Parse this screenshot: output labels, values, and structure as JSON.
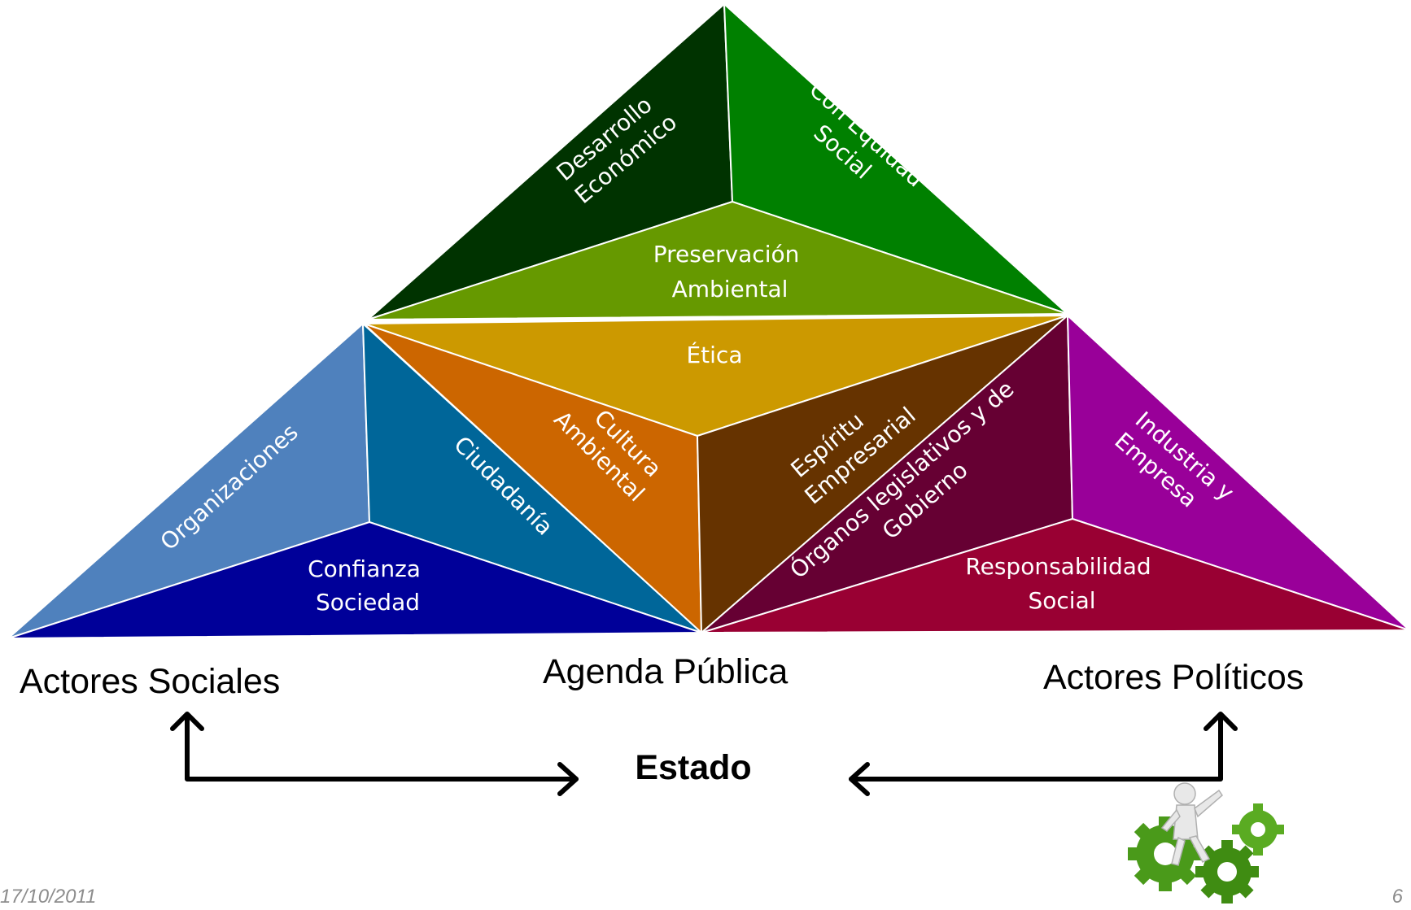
{
  "diagram": {
    "top": {
      "desarrollo": {
        "line1": "Desarrollo",
        "line2": "Económico",
        "color": "#003300"
      },
      "equidad": {
        "line1": "Con Equidad",
        "line2": "Social",
        "color": "#008000"
      },
      "preservacion": {
        "line1": "Preservación",
        "line2": "Ambiental",
        "color": "#669900"
      }
    },
    "center": {
      "etica": {
        "text": "Ética",
        "color": "#cc9900"
      },
      "cultura": {
        "line1": "Cultura",
        "line2": "Ambiental",
        "color": "#cc6600"
      },
      "espiritu": {
        "line1": "Espíritu",
        "line2": "Empresarial",
        "color": "#663300"
      }
    },
    "left": {
      "organizaciones": {
        "text": "Organizaciones",
        "color": "#4f81bd"
      },
      "ciudadania": {
        "text": "Ciudadanía",
        "color": "#006699"
      },
      "confianza": {
        "line1": "Confianza",
        "line2": "Sociedad",
        "color": "#000099"
      }
    },
    "right": {
      "organos": {
        "line1": "Órganos  legislativos y de",
        "line2": "Gobierno",
        "color": "#660033"
      },
      "industria": {
        "line1": "Industria y",
        "line2": "Empresa",
        "color": "#990099"
      },
      "responsabilidad": {
        "line1": "Responsabilidad",
        "line2": "Social",
        "color": "#990033"
      }
    }
  },
  "labels": {
    "actores_sociales": "Actores Sociales",
    "agenda_publica": "Agenda Pública",
    "actores_politicos": "Actores Políticos",
    "estado": "Estado"
  },
  "footer": {
    "date": "17/10/2011",
    "page": "6"
  }
}
